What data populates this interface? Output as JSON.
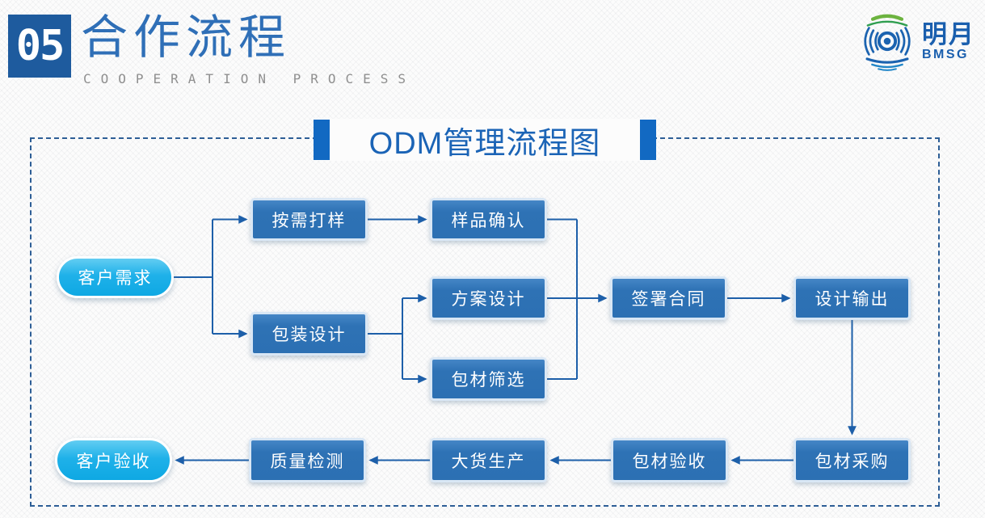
{
  "header": {
    "section_number": "05",
    "title_cn": "合作流程",
    "title_en": "COOPERATION PROCESS"
  },
  "logo": {
    "name_cn": "明月",
    "name_en": "BMSG"
  },
  "diagram": {
    "title": "ODM管理流程图",
    "nodes": [
      {
        "id": "customer-demand",
        "label": "客户需求",
        "shape": "pill"
      },
      {
        "id": "sample-on-demand",
        "label": "按需打样",
        "shape": "box"
      },
      {
        "id": "sample-confirmation",
        "label": "样品确认",
        "shape": "box"
      },
      {
        "id": "packaging-design",
        "label": "包装设计",
        "shape": "box"
      },
      {
        "id": "solution-design",
        "label": "方案设计",
        "shape": "box"
      },
      {
        "id": "material-screening",
        "label": "包材筛选",
        "shape": "box"
      },
      {
        "id": "sign-contract",
        "label": "签署合同",
        "shape": "box"
      },
      {
        "id": "design-output",
        "label": "设计输出",
        "shape": "box"
      },
      {
        "id": "material-procurement",
        "label": "包材采购",
        "shape": "box"
      },
      {
        "id": "material-acceptance",
        "label": "包材验收",
        "shape": "box"
      },
      {
        "id": "mass-production",
        "label": "大货生产",
        "shape": "box"
      },
      {
        "id": "quality-inspection",
        "label": "质量检测",
        "shape": "box"
      },
      {
        "id": "customer-acceptance",
        "label": "客户验收",
        "shape": "pill"
      }
    ],
    "edges": [
      {
        "from": "客户需求",
        "to": "按需打样"
      },
      {
        "from": "客户需求",
        "to": "包装设计"
      },
      {
        "from": "按需打样",
        "to": "样品确认"
      },
      {
        "from": "样品确认",
        "to": "签署合同"
      },
      {
        "from": "包装设计",
        "to": "方案设计"
      },
      {
        "from": "包装设计",
        "to": "包材筛选"
      },
      {
        "from": "方案设计",
        "to": "签署合同"
      },
      {
        "from": "包材筛选",
        "to": "签署合同"
      },
      {
        "from": "签署合同",
        "to": "设计输出"
      },
      {
        "from": "设计输出",
        "to": "包材采购"
      },
      {
        "from": "包材采购",
        "to": "包材验收"
      },
      {
        "from": "包材验收",
        "to": "大货生产"
      },
      {
        "from": "大货生产",
        "to": "质量检测"
      },
      {
        "from": "质量检测",
        "to": "客户验收"
      }
    ],
    "colors": {
      "box_blue": "#2e72b5",
      "pill_cyan": "#1caee8",
      "connector_blue": "#1d5fa9",
      "dashed_border": "#2d5e96",
      "title_blue": "#1b64b6",
      "title_bar_blue": "#1269c2",
      "header_square_blue": "#1e5b9e",
      "header_cn_blue": "#2f6fb7",
      "header_en_gray": "#8f8f8f",
      "logo_blue": "#1a5fae",
      "logo_green": "#6cb33f"
    }
  }
}
